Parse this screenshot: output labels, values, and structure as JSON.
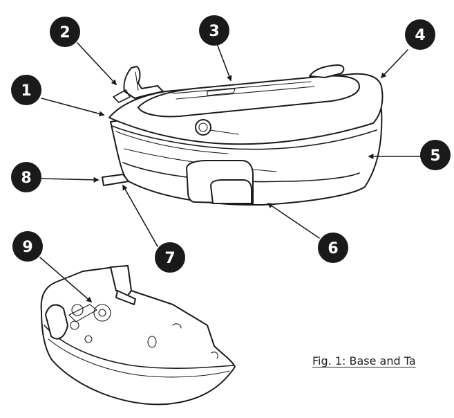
{
  "callouts": [
    "1",
    "2",
    "3",
    "4",
    "5",
    "6",
    "7",
    "8",
    "9"
  ],
  "figure": {
    "caption": "Fig. 1: Base and Ta"
  },
  "colors": {
    "callout_fill": "#1a1a1a",
    "line": "#1a1a1a",
    "background": "#ffffff"
  }
}
